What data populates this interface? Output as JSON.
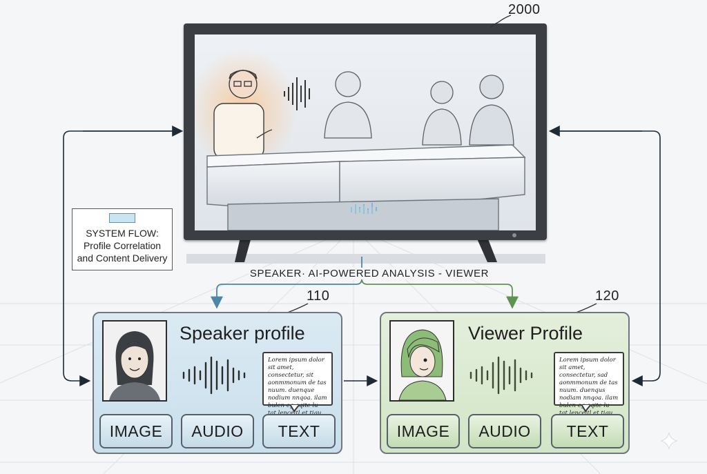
{
  "refs": {
    "device": "2000",
    "speaker_profile": "110",
    "viewer_profile": "120"
  },
  "legend": {
    "line1": "SYSTEM FLOW:",
    "line2": "Profile Correlation",
    "line3": "and Content Delivery"
  },
  "analysis_label": "SPEAKER· AI-POWERED ANALYSIS - VIEWER",
  "speaker": {
    "title": "Speaker profile",
    "note": "Lorem ipsum dolor sit amet, consectetur, sit aonmmonum de tas nuum. duenque nodium nnqoa. ilam bulen eg aqite lu tat lenceltl et tiqu pt ciduent es oque.",
    "buttons": [
      "IMAGE",
      "AUDIO",
      "TEXT"
    ]
  },
  "viewer": {
    "title": "Viewer Profile",
    "note": "Lorem ipsum dolor sit amet, consectetur, sad aonmmonum de tas nuum. duenqus nodiam nnqoa. ilam bulen eg aqite lu tat lenceltl et tiqu pt ciduent es oque.",
    "buttons": [
      "IMAGE",
      "AUDIO",
      "TEXT"
    ]
  },
  "colors": {
    "speaker_panel": "#cfe3ef",
    "viewer_panel": "#d6e8cb",
    "highlight": "#f5b57a",
    "frame": "#3b3e43"
  }
}
